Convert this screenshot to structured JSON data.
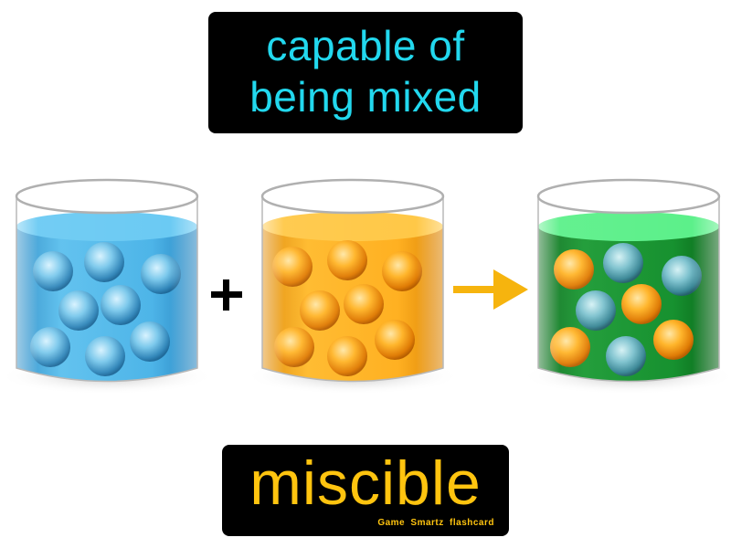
{
  "card": {
    "definition_line1": "capable of",
    "definition_line2": "being mixed",
    "term": "miscible",
    "brand": "Game Smartz flashcard"
  },
  "symbols": {
    "plus": "plus-icon",
    "arrow": "arrow-right-icon"
  },
  "colors": {
    "card_background": "#000000",
    "definition_text": "#22d8ee",
    "term_text": "#ffc40f",
    "blue_liquid": "#3aa6de",
    "orange_liquid": "#f5a10f",
    "green_liquid": "#138a2a",
    "arrow": "#f6b40e"
  }
}
